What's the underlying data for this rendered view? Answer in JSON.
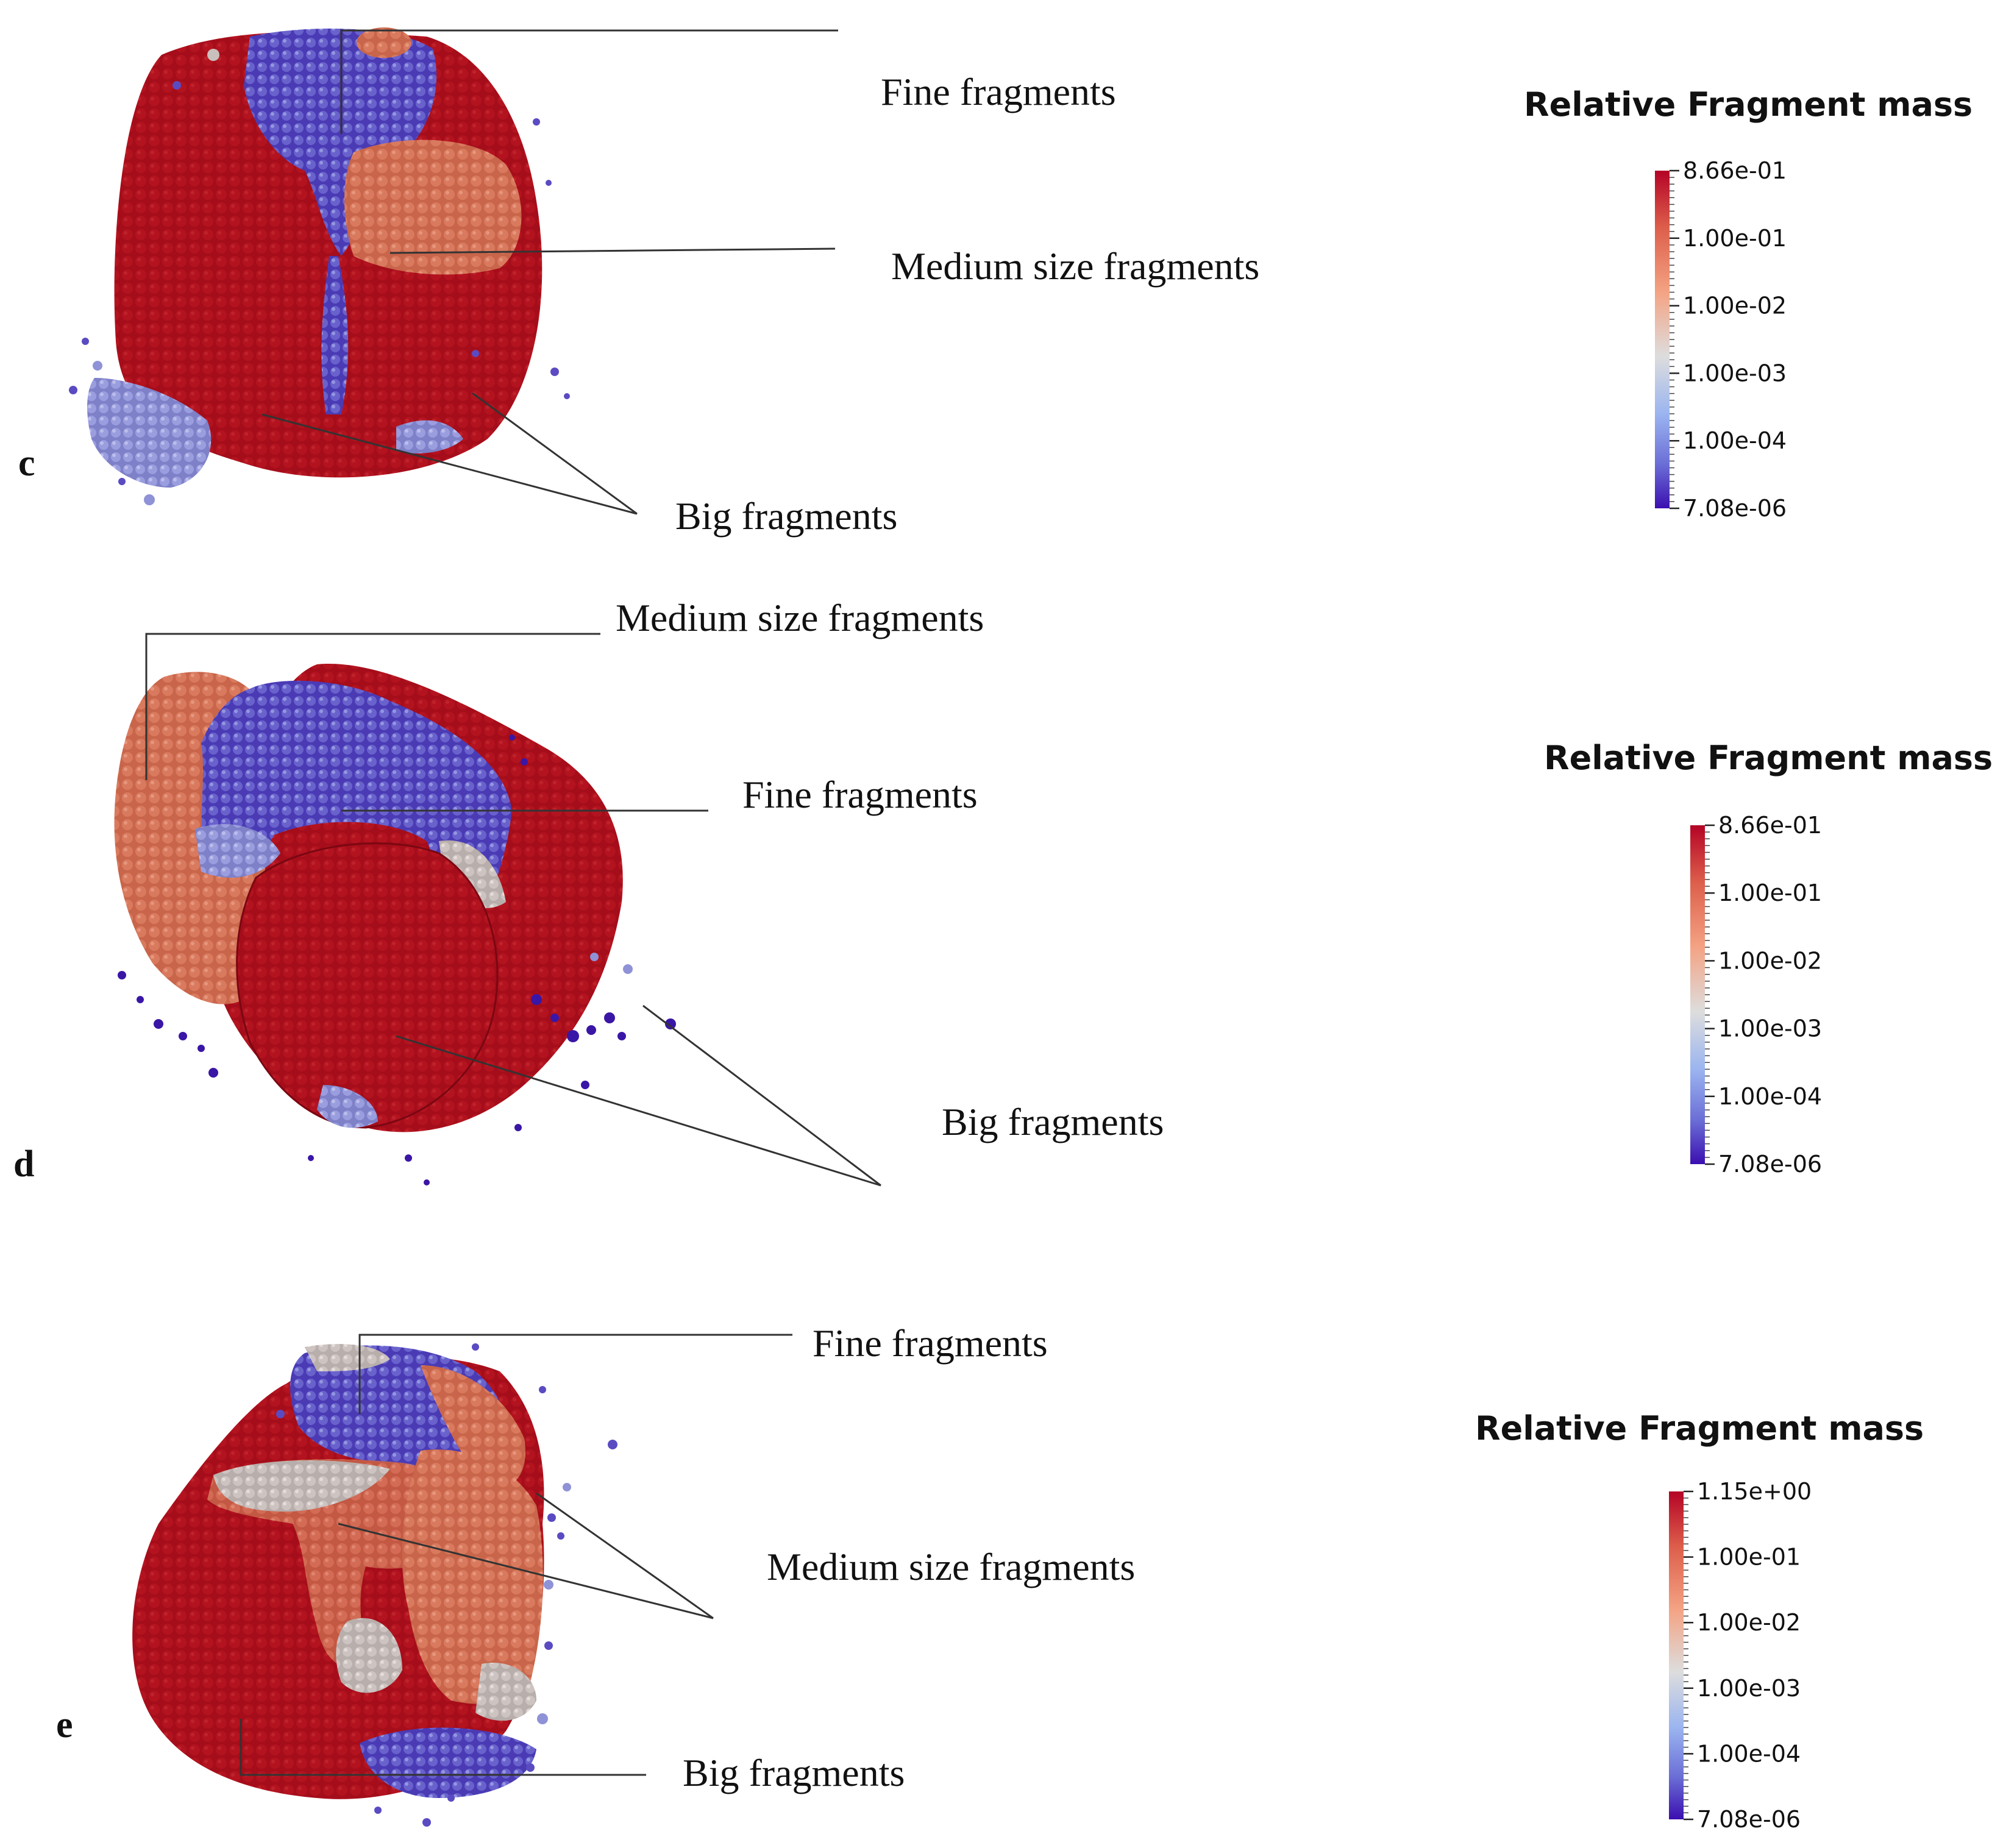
{
  "panels": [
    {
      "id": "c",
      "panel_label": "c",
      "annotations": {
        "fine": "Fine fragments",
        "medium": "Medium size fragments",
        "big": "Big fragments"
      },
      "colorbar": {
        "title": "Relative Fragment mass",
        "ticks": [
          "8.66e-01",
          "1.00e-01",
          "1.00e-02",
          "1.00e-03",
          "1.00e-04",
          "7.08e-06"
        ]
      }
    },
    {
      "id": "d",
      "panel_label": "d",
      "annotations": {
        "medium": "Medium size fragments",
        "fine": "Fine fragments",
        "big": "Big fragments"
      },
      "colorbar": {
        "title": "Relative Fragment mass",
        "ticks": [
          "8.66e-01",
          "1.00e-01",
          "1.00e-02",
          "1.00e-03",
          "1.00e-04",
          "7.08e-06"
        ]
      }
    },
    {
      "id": "e",
      "panel_label": "e",
      "annotations": {
        "fine": "Fine fragments",
        "medium": "Medium size fragments",
        "big": "Big fragments"
      },
      "colorbar": {
        "title": "Relative Fragment mass",
        "ticks": [
          "1.15e+00",
          "1.00e-01",
          "1.00e-02",
          "1.00e-03",
          "1.00e-04",
          "7.08e-06"
        ]
      }
    }
  ],
  "colors": {
    "big": "#a50d1a",
    "medium": "#d97a5e",
    "pale": "#c9bfbc",
    "light_blue": "#8f92d6",
    "fine": "#5a4bc2",
    "deep_fine": "#3a16a6",
    "colormap": [
      "#b40426",
      "#dd5f4b",
      "#f4a384",
      "#dddddd",
      "#9bb5f0",
      "#6b6ed6",
      "#3b0fb0"
    ]
  }
}
